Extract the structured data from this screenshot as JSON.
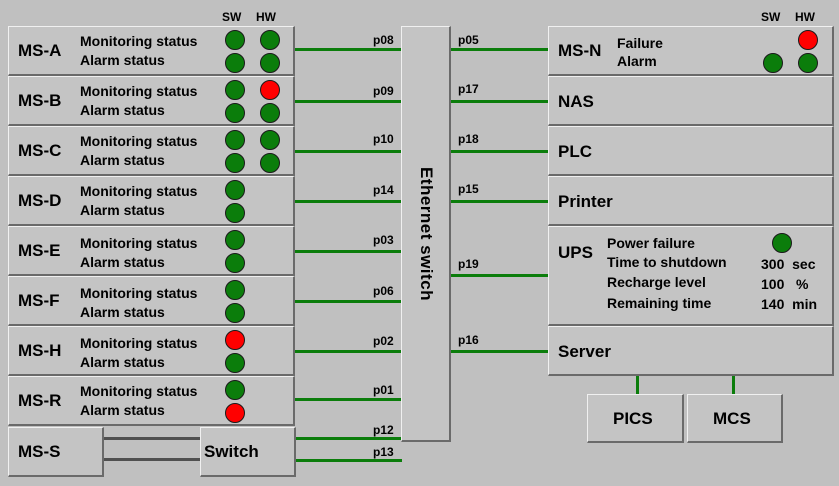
{
  "headers": {
    "sw": "SW",
    "hw": "HW"
  },
  "left_modules": [
    {
      "name": "MS-A",
      "line1": "Monitoring status",
      "line2": "Alarm  status",
      "port": "p08"
    },
    {
      "name": "MS-B",
      "line1": "Monitoring status",
      "line2": "Alarm  status",
      "port": "p09"
    },
    {
      "name": "MS-C",
      "line1": "Monitoring status",
      "line2": "Alarm  status",
      "port": "p10"
    },
    {
      "name": "MS-D",
      "line1": "Monitoring status",
      "line2": "Alarm  status",
      "port": "p14"
    },
    {
      "name": "MS-E",
      "line1": "Monitoring status",
      "line2": "Alarm  status",
      "port": "p03"
    },
    {
      "name": "MS-F",
      "line1": "Monitoring status",
      "line2": "Alarm  status",
      "port": "p06"
    },
    {
      "name": "MS-H",
      "line1": "Monitoring status",
      "line2": "Alarm  status",
      "port": "p02"
    },
    {
      "name": "MS-R",
      "line1": "Monitoring status",
      "line2": "Alarm  status",
      "port": "p01"
    }
  ],
  "ms_s": {
    "name": "MS-S",
    "switch_label": "Switch",
    "port_top": "p12",
    "port_bottom": "p13"
  },
  "ethernet_switch": {
    "label": "Ethernet  switch"
  },
  "right_devices": {
    "ms_n": {
      "name": "MS-N",
      "line1": "Failure",
      "line2": "Alarm",
      "port": "p05"
    },
    "nas": {
      "name": "NAS",
      "port": "p17"
    },
    "plc": {
      "name": "PLC",
      "port": "p18"
    },
    "printer": {
      "name": "Printer",
      "port": "p15"
    },
    "ups": {
      "name": "UPS",
      "port": "p19",
      "rows": [
        {
          "label": "Power failure",
          "value": ""
        },
        {
          "label": "Time to shutdown",
          "value": "300  sec"
        },
        {
          "label": "Recharge level",
          "value": "100   %"
        },
        {
          "label": "Remaining time",
          "value": "140  min"
        }
      ]
    },
    "server": {
      "name": "Server",
      "port": "p16"
    }
  },
  "subsystems": {
    "pics": "PICS",
    "mcs": "MCS"
  },
  "indicator_colors": {
    "ok": "#0b7d0b",
    "alarm": "#ff0000"
  },
  "indicators": {
    "ms_a": {
      "monitor_sw": "ok",
      "monitor_hw": "ok",
      "alarm_sw": "ok",
      "alarm_hw": "ok"
    },
    "ms_b": {
      "monitor_sw": "ok",
      "monitor_hw": "alarm",
      "alarm_sw": "ok",
      "alarm_hw": "ok"
    },
    "ms_c": {
      "monitor_sw": "ok",
      "monitor_hw": "ok",
      "alarm_sw": "ok",
      "alarm_hw": "ok"
    },
    "ms_d": {
      "monitor_sw": "ok",
      "alarm_sw": "ok"
    },
    "ms_e": {
      "monitor_sw": "ok",
      "alarm_sw": "ok"
    },
    "ms_f": {
      "monitor_sw": "ok",
      "alarm_sw": "ok"
    },
    "ms_h": {
      "monitor_sw": "alarm",
      "alarm_sw": "ok"
    },
    "ms_r": {
      "monitor_sw": "ok",
      "alarm_sw": "alarm"
    },
    "ms_n": {
      "failure_hw": "alarm",
      "alarm_sw": "ok",
      "alarm_hw": "ok"
    },
    "ups": {
      "power_failure": "ok"
    }
  }
}
